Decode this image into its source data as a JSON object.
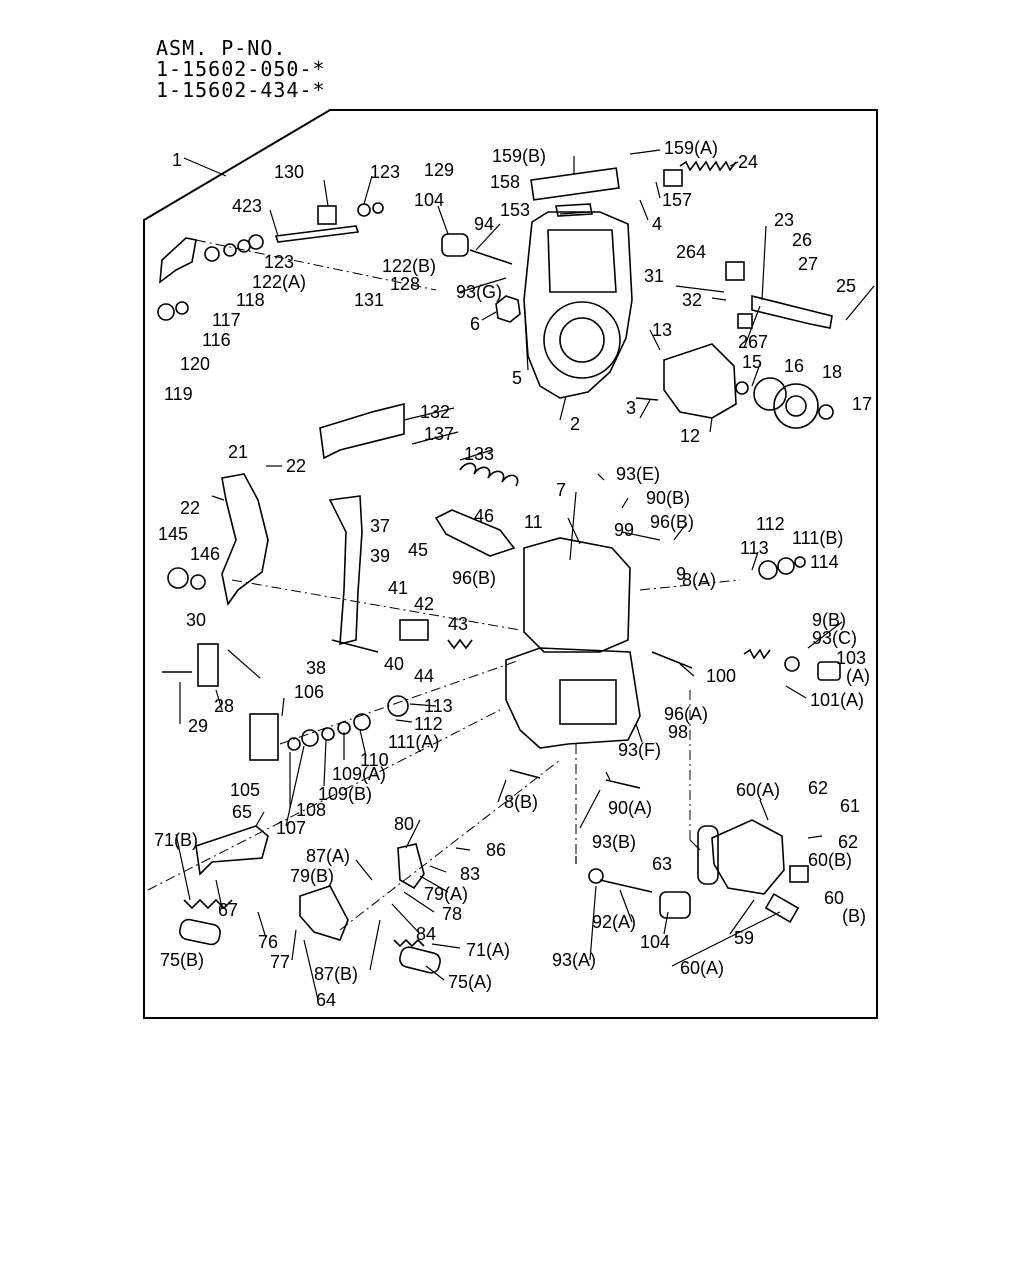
{
  "header": {
    "label": "ASM. P-NO.",
    "part_numbers": [
      "1-15602-050-*",
      "1-15602-434-*"
    ]
  },
  "callouts": [
    "1",
    "130",
    "123",
    "129",
    "423",
    "104",
    "94",
    "159(B)",
    "159(A)",
    "24",
    "158",
    "153",
    "157",
    "4",
    "123",
    "122(A)",
    "122(B)",
    "128",
    "131",
    "93(G)",
    "6",
    "5",
    "118",
    "117",
    "116",
    "120",
    "119",
    "23",
    "26",
    "27",
    "264",
    "31",
    "32",
    "25",
    "267",
    "13",
    "15",
    "16",
    "18",
    "17",
    "3",
    "2",
    "12",
    "132",
    "137",
    "133",
    "21",
    "22",
    "22",
    "46",
    "45",
    "37",
    "39",
    "145",
    "146",
    "41",
    "42",
    "43",
    "93(E)",
    "90(B)",
    "96(B)",
    "7",
    "11",
    "99",
    "96(B)",
    "112",
    "111(B)",
    "114",
    "113",
    "9",
    "8(A)",
    "30",
    "38",
    "40",
    "44",
    "9(B)",
    "93(C)",
    "103",
    "(A)",
    "100",
    "101(A)",
    "106",
    "113",
    "112",
    "111(A)",
    "96(A)",
    "98",
    "93(F)",
    "28",
    "29",
    "105",
    "110",
    "109(A)",
    "109(B)",
    "108",
    "107",
    "65",
    "8(B)",
    "90(A)",
    "60(A)",
    "62",
    "61",
    "62",
    "60(B)",
    "63",
    "60",
    "(B)",
    "71(B)",
    "80",
    "86",
    "87(A)",
    "79(B)",
    "83",
    "79(A)",
    "78",
    "93(B)",
    "67",
    "84",
    "92(A)",
    "104",
    "59",
    "76",
    "77",
    "71(A)",
    "87(B)",
    "75(A)",
    "75(B)",
    "64",
    "93(A)",
    "60(A)"
  ]
}
